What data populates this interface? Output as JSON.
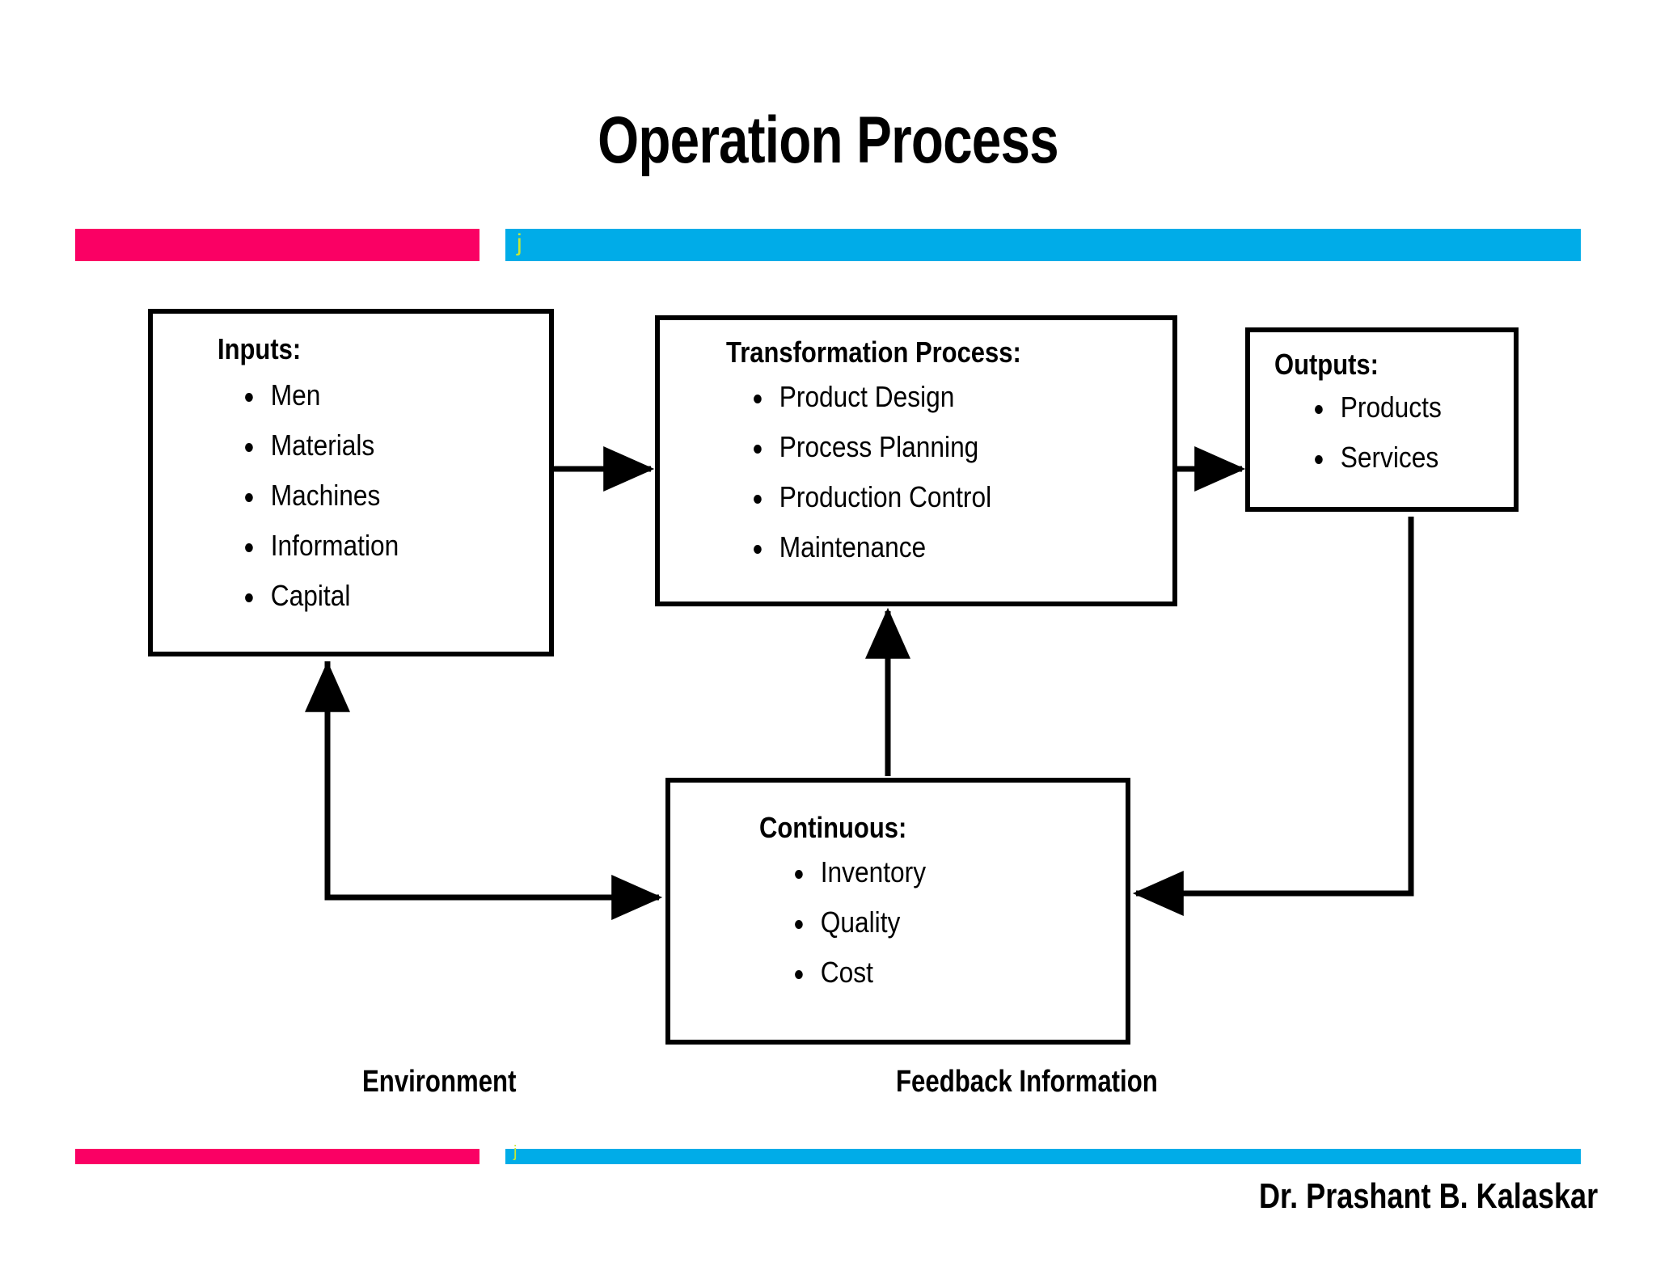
{
  "slide": {
    "title": "Operation Process",
    "footer_credit": "Dr. Prashant B. Kalaskar",
    "accent_pink": "#FA0064",
    "accent_blue": "#00ACE8",
    "accent_yellow_green": "#C8E832",
    "bar_glyph": "j"
  },
  "diagram": {
    "boxes": [
      {
        "id": "inputs",
        "title": "Inputs:",
        "items": [
          "Men",
          "Materials",
          "Machines",
          "Information",
          "Capital"
        ]
      },
      {
        "id": "transformation",
        "title": "Transformation Process:",
        "items": [
          "Product Design",
          "Process Planning",
          "Production Control",
          "Maintenance"
        ]
      },
      {
        "id": "outputs",
        "title": "Outputs:",
        "items": [
          "Products",
          "Services"
        ]
      },
      {
        "id": "continuous",
        "title": "Continuous:",
        "items": [
          "Inventory",
          "Quality",
          "Cost"
        ]
      }
    ],
    "captions": {
      "environment": "Environment",
      "feedback": "Feedback Information"
    }
  }
}
